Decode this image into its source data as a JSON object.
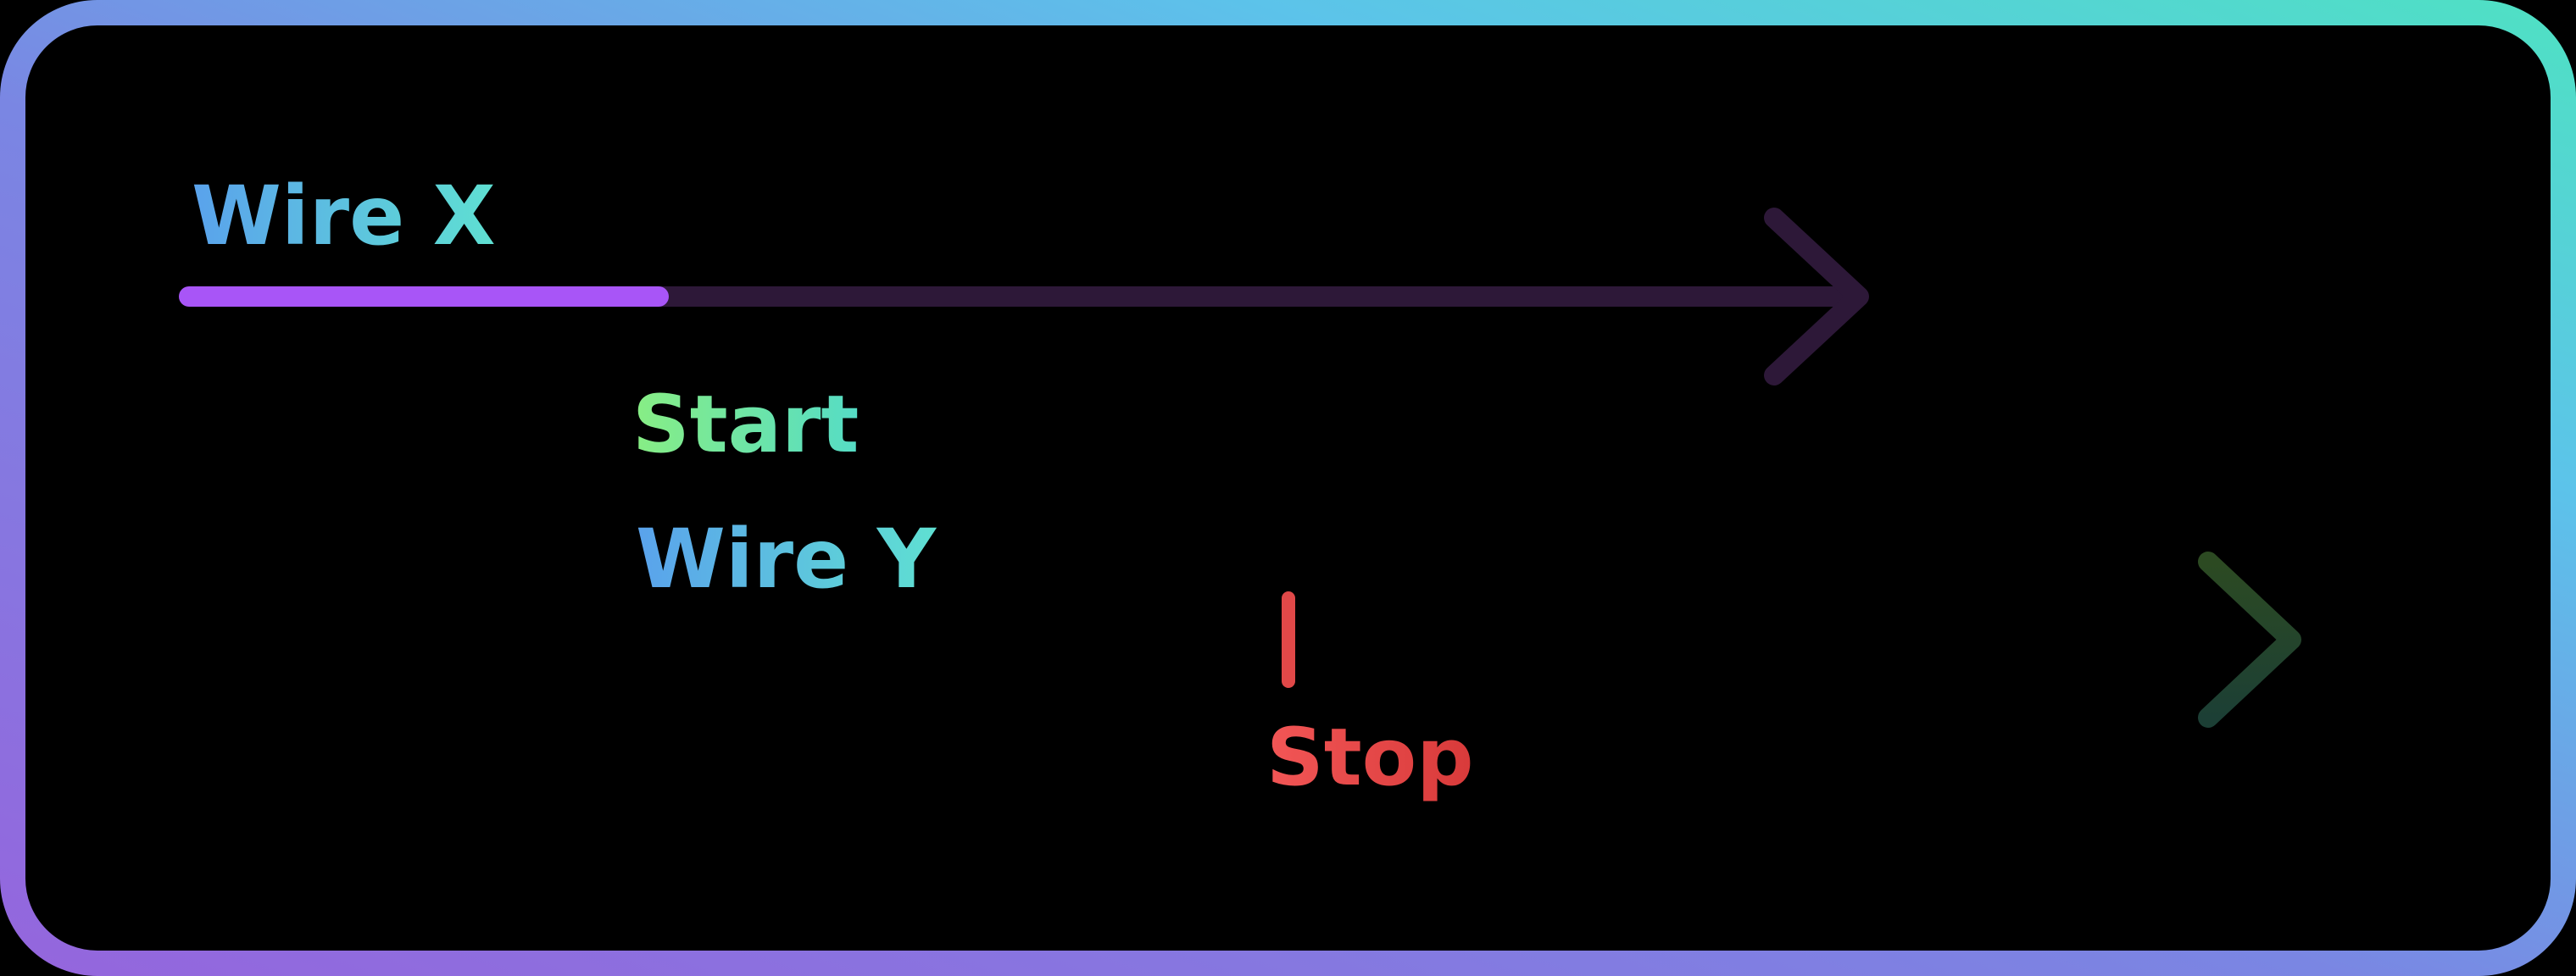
{
  "wire_x": {
    "label": "Wire X",
    "marker_label": "Start"
  },
  "wire_y": {
    "label": "Wire Y",
    "marker_label": "Stop"
  },
  "colors": {
    "frame_gradient": [
      "#9b6bdc",
      "#6b8fe3",
      "#5ad0e6",
      "#53e1c6"
    ],
    "label_blue": "#5a9fea",
    "label_teal": "#5ee0d0",
    "wire_x_active": "#a855f7",
    "wire_x_faded": "#2b1a3a",
    "start_marker": "#7cf08a",
    "wire_y_active_start": "#8cf27a",
    "wire_y_active_end": "#4fd6b5",
    "wire_y_faded": "#1f3a2c",
    "stop_marker": "#e04848",
    "stop_label": "#ef4e4e",
    "start_label_a": "#7de88f",
    "start_label_b": "#5ddfc2"
  }
}
